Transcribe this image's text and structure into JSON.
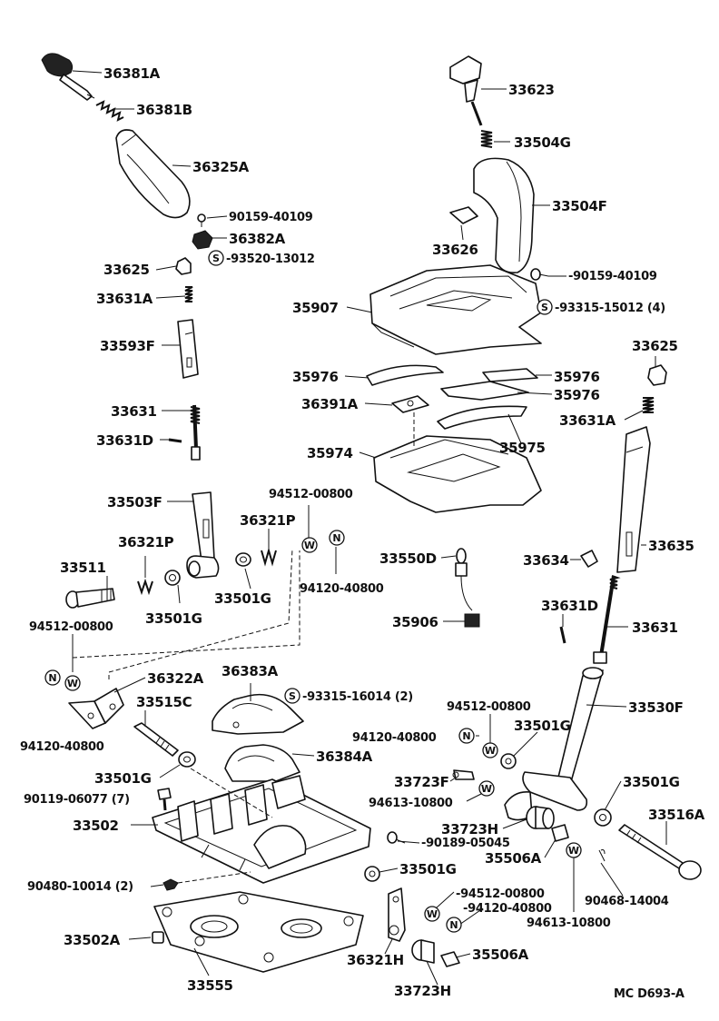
{
  "labels": {
    "p36381A": "36381A",
    "p36381B": "36381B",
    "p36325A": "36325A",
    "p90159_left": "90159-40109",
    "p36382A": "36382A",
    "p93520": "93520-13012",
    "p33625_left": "33625",
    "p33631A_left": "33631A",
    "p33593F": "33593F",
    "p33631_left": "33631",
    "p33631D_left": "33631D",
    "p33503F": "33503F",
    "p94512_top": "94512-00800",
    "p36321P_mid": "36321P",
    "p36321P_left": "36321P",
    "p33511": "33511",
    "p33501G_a": "33501G",
    "p33501G_b": "33501G",
    "p94120_mid": "94120-40800",
    "p94512_left": "94512-00800",
    "p94120_left": "94120-40800",
    "p36322A": "36322A",
    "p36383A": "36383A",
    "p93315_16014": "93315-16014 (2)",
    "p33515C": "33515C",
    "p36384A": "36384A",
    "p33501G_c": "33501G",
    "p90119": "90119-06077 (7)",
    "p33502": "33502",
    "p90189": "90189-05045",
    "p33501G_d": "33501G",
    "p90480": "90480-10014 (2)",
    "p33502A": "33502A",
    "p33555": "33555",
    "p36321H": "36321H",
    "p33723H_bottom": "33723H",
    "p35506A_bottom": "35506A",
    "p94512_bottom": "94512-00800",
    "p94120_bottom": "94120-40800",
    "p94613_bottom": "94613-10800",
    "p90468": "90468-14004",
    "p33623": "33623",
    "p33504G": "33504G",
    "p33504F": "33504F",
    "p33626": "33626",
    "p90159_right": "90159-40109",
    "p93315_15012": "93315-15012 (4)",
    "p35907": "35907",
    "p35976_a": "35976",
    "p35976_b": "35976",
    "p35976_c": "35976",
    "p36391A": "36391A",
    "p35975": "35975",
    "p35974": "35974",
    "p33625_right": "33625",
    "p33631A_right": "33631A",
    "p33635": "33635",
    "p33634": "33634",
    "p33550D": "33550D",
    "p35906": "35906",
    "p33631D_right": "33631D",
    "p33631_right": "33631",
    "p33530F": "33530F",
    "p94512_right": "94512-00800",
    "p94120_right": "94120-40800",
    "p33501G_e": "33501G",
    "p33723F": "33723F",
    "p94613_right": "94613-10800",
    "p33723H_mid": "33723H",
    "p35506A_mid": "35506A",
    "p33501G_f": "33501G",
    "p33516A": "33516A",
    "footer_code": "MC D693-A"
  },
  "badges": {
    "S": "S",
    "N": "N",
    "W": "W"
  }
}
